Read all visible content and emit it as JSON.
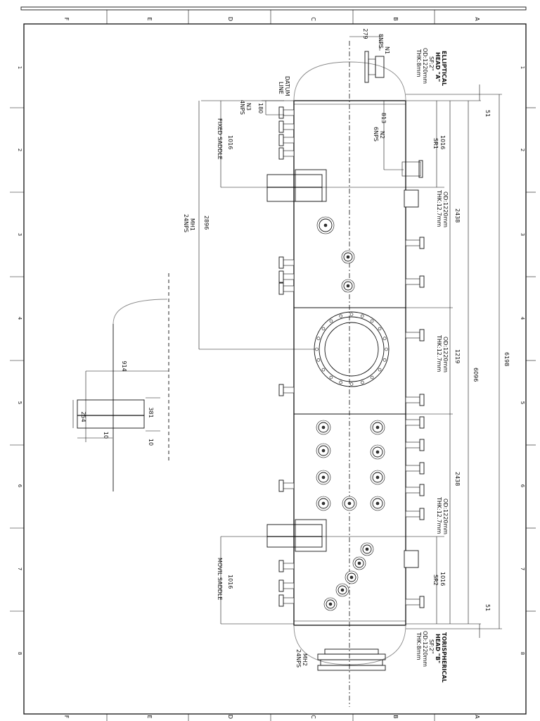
{
  "drawing": {
    "border_letters": [
      "F",
      "E",
      "D",
      "C",
      "B",
      "A"
    ],
    "border_numbers": [
      "1",
      "2",
      "3",
      "4",
      "5",
      "6",
      "7",
      "8"
    ],
    "colors": {
      "line": "#111111",
      "head_outline": "#8a8a8a",
      "paper": "#ffffff"
    },
    "nozzles": {
      "n1": {
        "name": "N1",
        "size": "8NPS",
        "offset": "279"
      },
      "n2": {
        "name": "N2",
        "size": "6NPS",
        "offset": "813"
      },
      "n3": {
        "name": "N3",
        "size": "4NPS",
        "offset": "180"
      },
      "mh1": {
        "name": "MH1",
        "size": "24NPS",
        "offset": "2896"
      },
      "mh2": {
        "name": "MH2",
        "size": "24NPS"
      }
    },
    "heads": {
      "a": {
        "line1": "ELLIPTICAL",
        "line2": "HEAD \"A\"",
        "line3": "SF:2\"",
        "line4": "OD:1220mm",
        "line5": "THK:8mm"
      },
      "b": {
        "line1": "TORISPHERICAL",
        "line2": "HEAD \"B\"",
        "line3": "SF:2\"",
        "line4": "OD:1220mm",
        "line5": "THK:8mm"
      }
    },
    "datum": {
      "line1": "DATUM",
      "line2": "LINE"
    },
    "saddles": {
      "fixed": {
        "label": "FIXED SADDLE",
        "width": "1016"
      },
      "movil": {
        "label": "MOVIL SADDLE",
        "width": "1016"
      },
      "sr1": {
        "label": "SR1",
        "dim": "1016"
      },
      "sr2": {
        "label": "SR2",
        "dim": "1016"
      }
    },
    "shells": {
      "s1": {
        "od": "OD:1220mm",
        "thk": "THK:12.7mm",
        "len": "2438"
      },
      "s2": {
        "od": "OD:1220mm",
        "thk": "THK:12.7mm",
        "len": "1219"
      },
      "s3": {
        "od": "OD:1220mm",
        "thk": "THK:12.7mm",
        "len": "2438"
      }
    },
    "overall": {
      "tt_length": "6096",
      "total_length": "6198",
      "head_sf_top": "51",
      "head_sf_bottom": "51"
    },
    "saddle_detail": {
      "width": "914",
      "height": "381",
      "plate": "254",
      "thk_a": "10",
      "thk_b": "10"
    }
  }
}
